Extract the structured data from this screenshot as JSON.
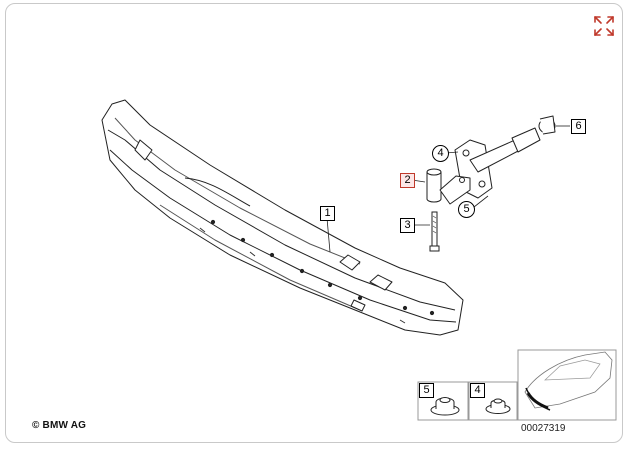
{
  "callouts": {
    "one": "1",
    "two": "2",
    "three": "3",
    "four": "4",
    "five": "5",
    "six": "6"
  },
  "inset": {
    "label_five": "5",
    "label_four": "4"
  },
  "footer": {
    "copyright": "© BMW AG",
    "diagram_code": "00027319"
  },
  "colors": {
    "accent": "#c0392b",
    "frame": "#c9c9c9"
  },
  "icons": {
    "expand": "expand-arrows-icon"
  }
}
